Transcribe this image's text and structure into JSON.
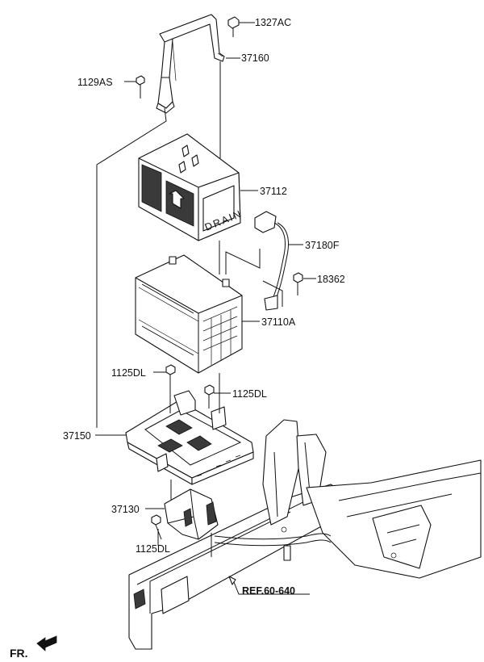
{
  "parts": {
    "p1327AC": "1327AC",
    "p37160": "37160",
    "p1129AS": "1129AS",
    "p37112": "37112",
    "p37180F": "37180F",
    "p18362": "18362",
    "p37110A": "37110A",
    "p1125DL_a": "1125DL",
    "p1125DL_b": "1125DL",
    "p37150": "37150",
    "p37130": "37130",
    "p1125DL_c": "1125DL"
  },
  "reference": "REF.60-640",
  "front_marker": "FR.",
  "tray_label_text": "DRAIN"
}
